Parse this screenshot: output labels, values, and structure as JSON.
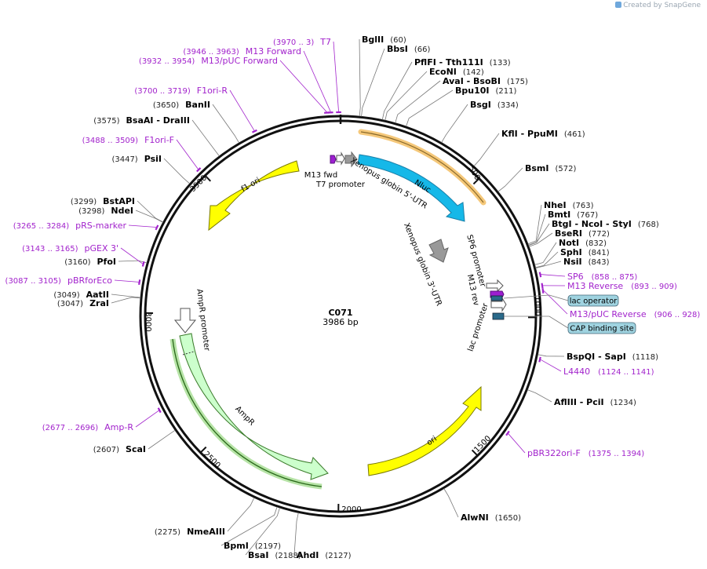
{
  "credit": "Created by SnapGene",
  "plasmid": {
    "name": "C071",
    "length_label": "3986 bp",
    "total_bp": 3986
  },
  "ticks": [
    {
      "label": "500",
      "bp": 500
    },
    {
      "label": "1000",
      "bp": 1000
    },
    {
      "label": "1500",
      "bp": 1500
    },
    {
      "label": "2000",
      "bp": 2000
    },
    {
      "label": "2500",
      "bp": 2500
    },
    {
      "label": "3000",
      "bp": 3000
    },
    {
      "label": "3500",
      "bp": 3500
    }
  ],
  "enzymes": [
    {
      "name": "BglII",
      "pos": "(60)",
      "bp": 60
    },
    {
      "name": "BbsI",
      "pos": "(66)",
      "bp": 66
    },
    {
      "name": "PflFI - Tth111I",
      "pos": "(133)",
      "bp": 133
    },
    {
      "name": "EcoNI",
      "pos": "(142)",
      "bp": 142
    },
    {
      "name": "AvaI - BsoBI",
      "pos": "(175)",
      "bp": 175
    },
    {
      "name": "Bpu10I",
      "pos": "(211)",
      "bp": 211
    },
    {
      "name": "BsgI",
      "pos": "(334)",
      "bp": 334
    },
    {
      "name": "KflI - PpuMI",
      "pos": "(461)",
      "bp": 461
    },
    {
      "name": "BsmI",
      "pos": "(572)",
      "bp": 572
    },
    {
      "name": "NheI",
      "pos": "(763)",
      "bp": 763
    },
    {
      "name": "BmtI",
      "pos": "(767)",
      "bp": 767
    },
    {
      "name": "BtgI - NcoI - StyI",
      "pos": "(768)",
      "bp": 768
    },
    {
      "name": "BseRI",
      "pos": "(772)",
      "bp": 772
    },
    {
      "name": "NotI",
      "pos": "(832)",
      "bp": 832
    },
    {
      "name": "SphI",
      "pos": "(841)",
      "bp": 841
    },
    {
      "name": "NsiI",
      "pos": "(843)",
      "bp": 843
    },
    {
      "name": "BspQI - SapI",
      "pos": "(1118)",
      "bp": 1118
    },
    {
      "name": "AflIII - PciI",
      "pos": "(1234)",
      "bp": 1234
    },
    {
      "name": "AlwNI",
      "pos": "(1650)",
      "bp": 1650
    },
    {
      "name": "AhdI",
      "pos": "(2127)",
      "bp": 2127
    },
    {
      "name": "BsaI",
      "pos": "(2188)",
      "bp": 2188
    },
    {
      "name": "BpmI",
      "pos": "(2197)",
      "bp": 2197
    },
    {
      "name": "NmeAIII",
      "pos": "(2275)",
      "bp": 2275
    },
    {
      "name": "ScaI",
      "pos": "(2607)",
      "bp": 2607
    },
    {
      "name": "ZraI",
      "pos": "(3047)",
      "bp": 3047
    },
    {
      "name": "AatII",
      "pos": "(3049)",
      "bp": 3049
    },
    {
      "name": "PfoI",
      "pos": "(3160)",
      "bp": 3160
    },
    {
      "name": "NdeI",
      "pos": "(3298)",
      "bp": 3298
    },
    {
      "name": "BstAPI",
      "pos": "(3299)",
      "bp": 3299
    },
    {
      "name": "PsiI",
      "pos": "(3447)",
      "bp": 3447
    },
    {
      "name": "BsaAI - DraIII",
      "pos": "(3575)",
      "bp": 3575
    },
    {
      "name": "BanII",
      "pos": "(3650)",
      "bp": 3650
    }
  ],
  "primers": [
    {
      "name": "T7",
      "pos": "(3970 .. 3)",
      "bp": 3980
    },
    {
      "name": "M13 Forward",
      "pos": "(3946 .. 3963)",
      "bp": 3955
    },
    {
      "name": "M13/pUC Forward",
      "pos": "(3932 .. 3954)",
      "bp": 3943
    },
    {
      "name": "F1ori-R",
      "pos": "(3700 .. 3719)",
      "bp": 3710
    },
    {
      "name": "F1ori-F",
      "pos": "(3488 .. 3509)",
      "bp": 3498
    },
    {
      "name": "pRS-marker",
      "pos": "(3265 .. 3284)",
      "bp": 3275
    },
    {
      "name": "pGEX 3'",
      "pos": "(3143 .. 3165)",
      "bp": 3154
    },
    {
      "name": "pBRforEco",
      "pos": "(3087 .. 3105)",
      "bp": 3096
    },
    {
      "name": "SP6",
      "pos": "(858 .. 875)",
      "bp": 866
    },
    {
      "name": "M13 Reverse",
      "pos": "(893 .. 909)",
      "bp": 901
    },
    {
      "name": "M13/pUC Reverse",
      "pos": "(906 .. 928)",
      "bp": 917
    },
    {
      "name": "L4440",
      "pos": "(1124 .. 1141)",
      "bp": 1132
    },
    {
      "name": "pBR322ori-F",
      "pos": "(1375 .. 1394)",
      "bp": 1384
    },
    {
      "name": "Amp-R",
      "pos": "(2677 .. 2696)",
      "bp": 2686
    }
  ],
  "features": [
    {
      "label": "Nluc",
      "color": "#16b8e8"
    },
    {
      "label": "Xenopus globin 5'-UTR",
      "color": "#999999"
    },
    {
      "label": "Xenopus globin 3'-UTR",
      "color": "#999999"
    },
    {
      "label": "T7 promoter",
      "color": "#ffffff"
    },
    {
      "label": "M13 fwd",
      "color": "#9d1fd1"
    },
    {
      "label": "f1 ori",
      "color": "#ffff00"
    },
    {
      "label": "AmpR promoter",
      "color": "#ffffff"
    },
    {
      "label": "AmpR",
      "color": "#ccffcc"
    },
    {
      "label": "ori",
      "color": "#ffff00"
    },
    {
      "label": "SP6 promoter",
      "color": "#ffffff"
    },
    {
      "label": "M13 rev",
      "color": "#9d1fd1"
    },
    {
      "label": "lac promoter",
      "color": "#ffffff"
    }
  ],
  "boxes": [
    {
      "label": "lac operator"
    },
    {
      "label": "CAP binding site"
    }
  ],
  "colors": {
    "primer": "#a223cc",
    "box_fill": "#9fd3e0",
    "orf_highlight": "#f5c87a"
  }
}
